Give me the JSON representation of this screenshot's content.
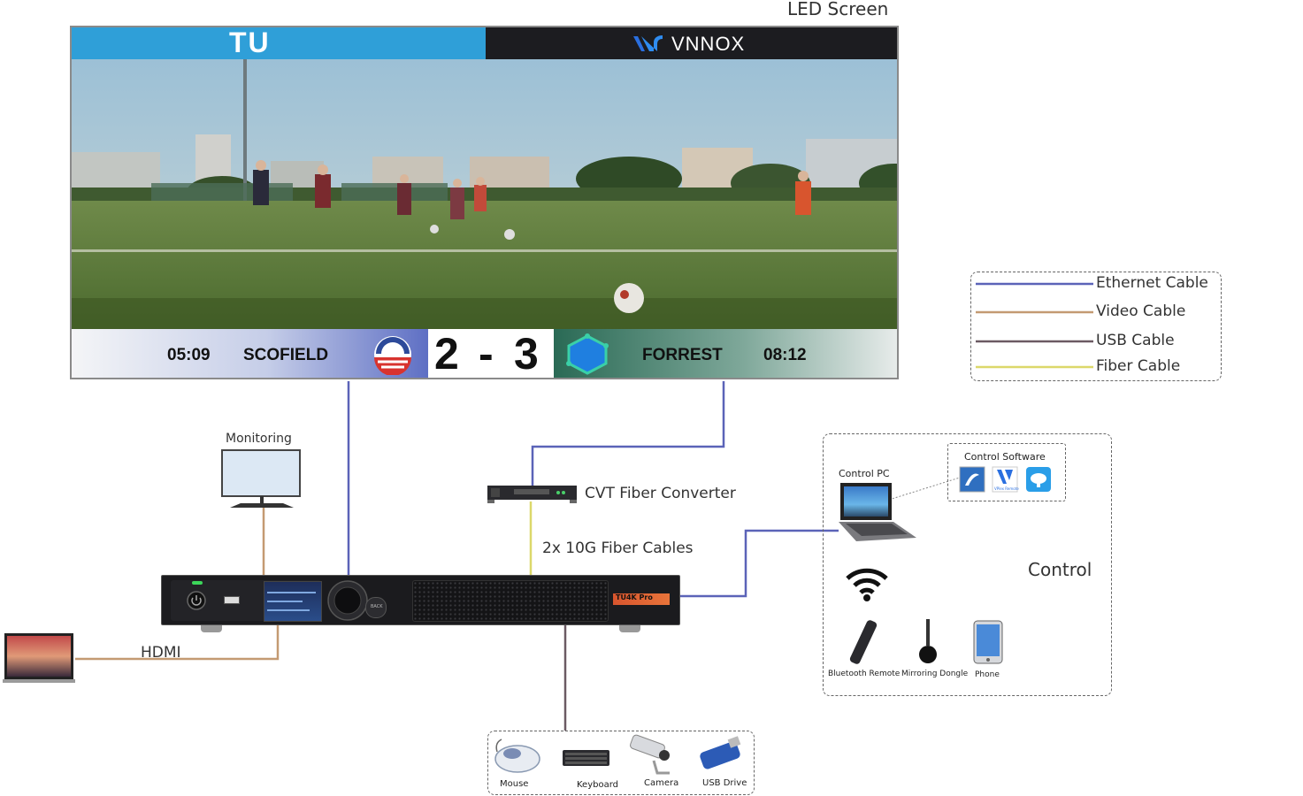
{
  "led": {
    "title": "LED Screen",
    "left_brand": "TU",
    "right_brand": "VNNOX",
    "score": {
      "time_left": "05:09",
      "team_left": "SCOFIELD",
      "score_left": "2",
      "dash": "-",
      "score_right": "3",
      "team_right": "FORREST",
      "time_right": "08:12"
    }
  },
  "legend": {
    "items": [
      {
        "label": "Ethernet Cable",
        "color": "#5b63b8"
      },
      {
        "label": "Video Cable",
        "color": "#c49a72"
      },
      {
        "label": "USB Cable",
        "color": "#6b5a63"
      },
      {
        "label": "Fiber Cable",
        "color": "#dcd86a"
      }
    ]
  },
  "nodes": {
    "monitoring": "Monitoring",
    "cvt": "CVT Fiber Converter",
    "fiber_cables": "2x 10G Fiber Cables",
    "hdmi": "HDMI",
    "device_badge": "TU4K Pro"
  },
  "control": {
    "title": "Control",
    "pc": "Control PC",
    "software": "Control Software",
    "software_icon_label": "VPlex Remote",
    "bluetooth": "Bluetooth Remote",
    "dongle": "Mirroring Dongle",
    "phone": "Phone"
  },
  "peripherals": {
    "mouse": "Mouse",
    "keyboard": "Keyboard",
    "camera": "Camera",
    "usb": "USB Drive"
  },
  "front_panel": {
    "back": "BACK"
  }
}
